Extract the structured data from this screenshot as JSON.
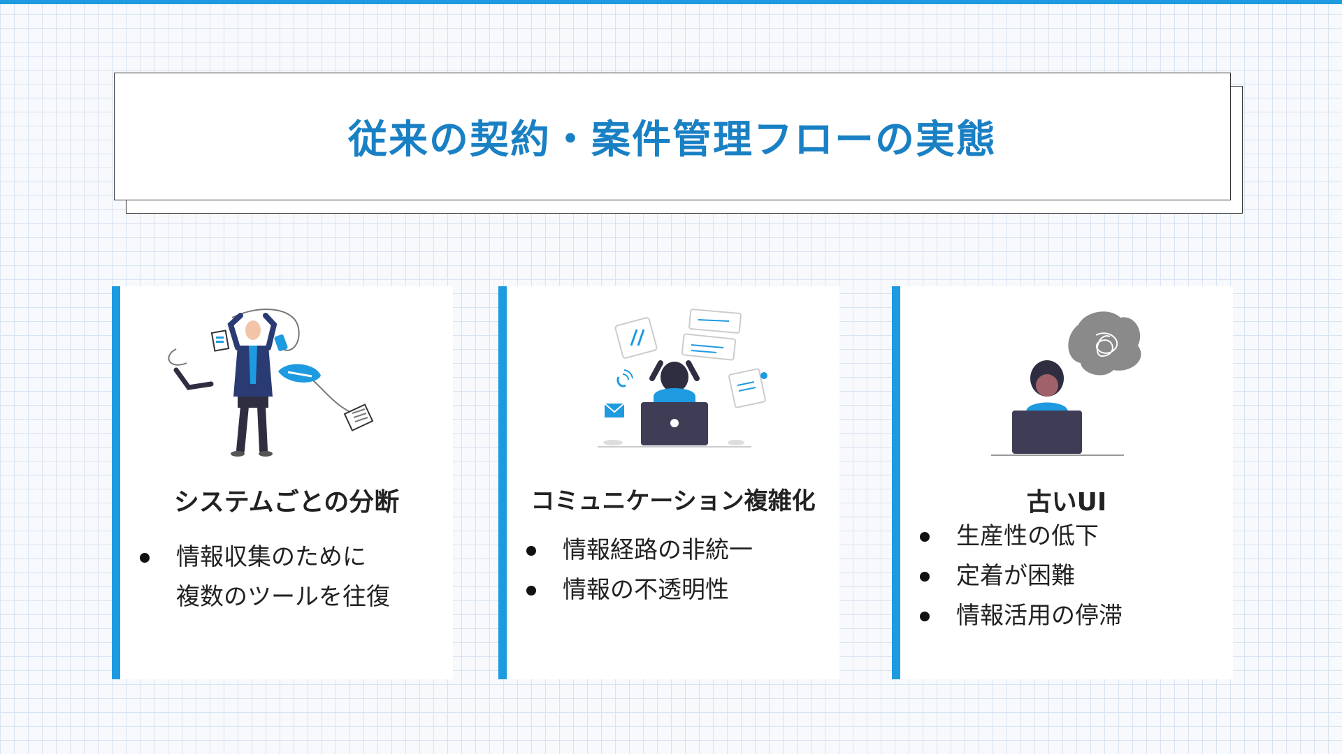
{
  "slide": {
    "title": "従来の契約・案件管理フローの実態"
  },
  "cards": [
    {
      "heading": "システムごとの分断",
      "bullets": [
        "情報収集のために",
        "複数のツールを往復"
      ],
      "illustration_icon": "frustrated-person-icon"
    },
    {
      "heading": "コミュニケーション複雑化",
      "bullets": [
        "情報経路の非統一",
        "情報の不透明性"
      ],
      "illustration_icon": "overwhelmed-laptop-user-icon"
    },
    {
      "heading": "古いUI",
      "bullets": [
        "生産性の低下",
        "定着が困難",
        "情報活用の停滞"
      ],
      "illustration_icon": "confused-laptop-user-icon"
    }
  ],
  "colors": {
    "accent": "#1e9ae0",
    "title": "#1a80c4",
    "dark": "#2f2e41"
  }
}
